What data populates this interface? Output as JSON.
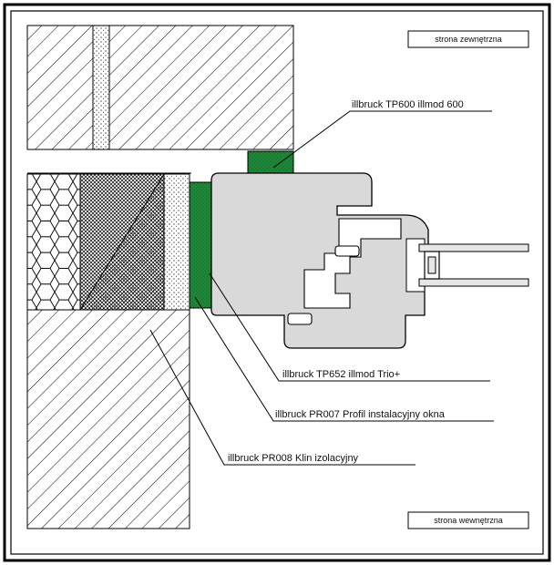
{
  "labels": {
    "outside": "strona zewnętrzna",
    "inside": "strona wewnętrzna",
    "tp600": "illbruck TP600 illmod 600",
    "tp652": "illbruck TP652 illmod Trio+",
    "pr007": "illbruck PR007 Profil instalacyjny okna",
    "pr008": "illbruck PR008 Klin izolacyjny"
  },
  "colors": {
    "border": "#000000",
    "hatch": "#000000",
    "green_tape": "#1f8a3a",
    "frame_fill": "#d9d9d9",
    "glass_fill": "#e6e6e6"
  }
}
